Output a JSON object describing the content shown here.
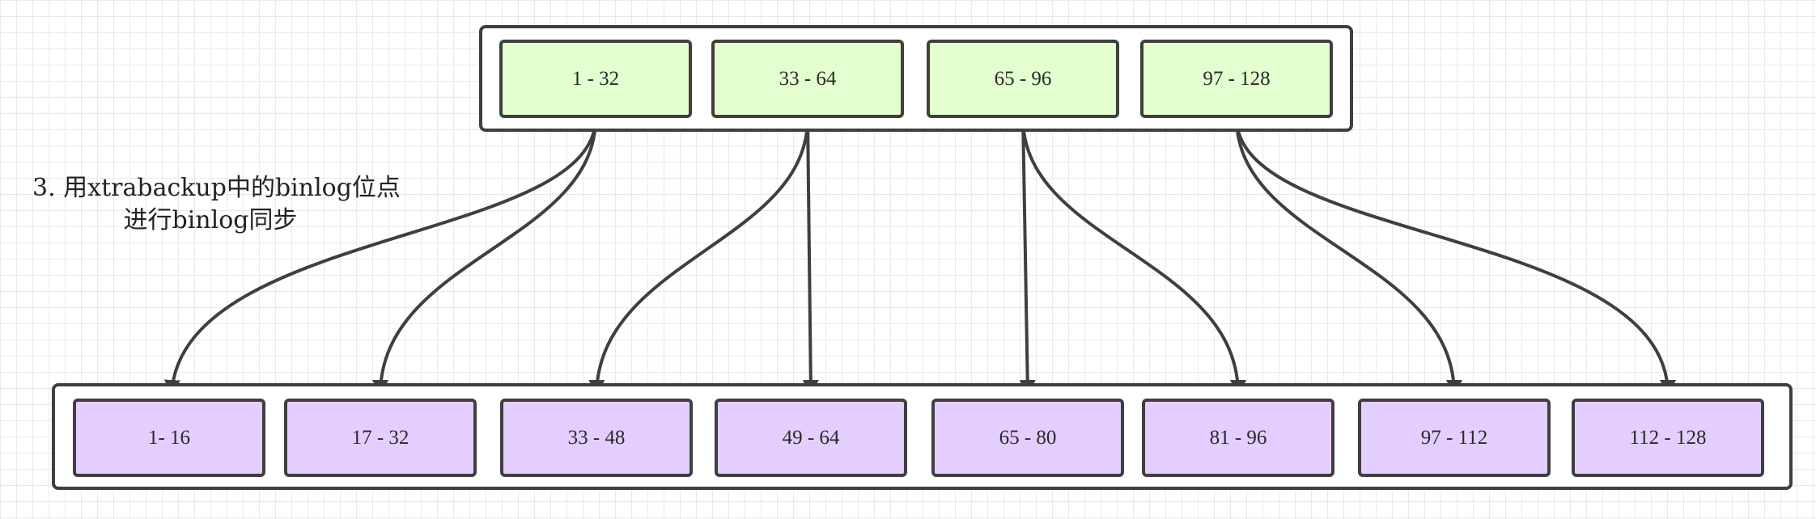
{
  "top_nodes": [
    "1 - 32",
    "33 - 64",
    "65 - 96",
    "97 - 128"
  ],
  "bottom_nodes": [
    "1- 16",
    "17 - 32",
    "33 - 48",
    "49 - 64",
    "65 - 80",
    "81 - 96",
    "97 - 112",
    "112 - 128"
  ],
  "note": {
    "line1": "3. 用xtrabackup中的binlog位点",
    "line2": "进行binlog同步"
  },
  "colors": {
    "top_fill": "#e3ffcf",
    "bottom_fill": "#e4ceff",
    "stroke": "#3f3f3f"
  }
}
